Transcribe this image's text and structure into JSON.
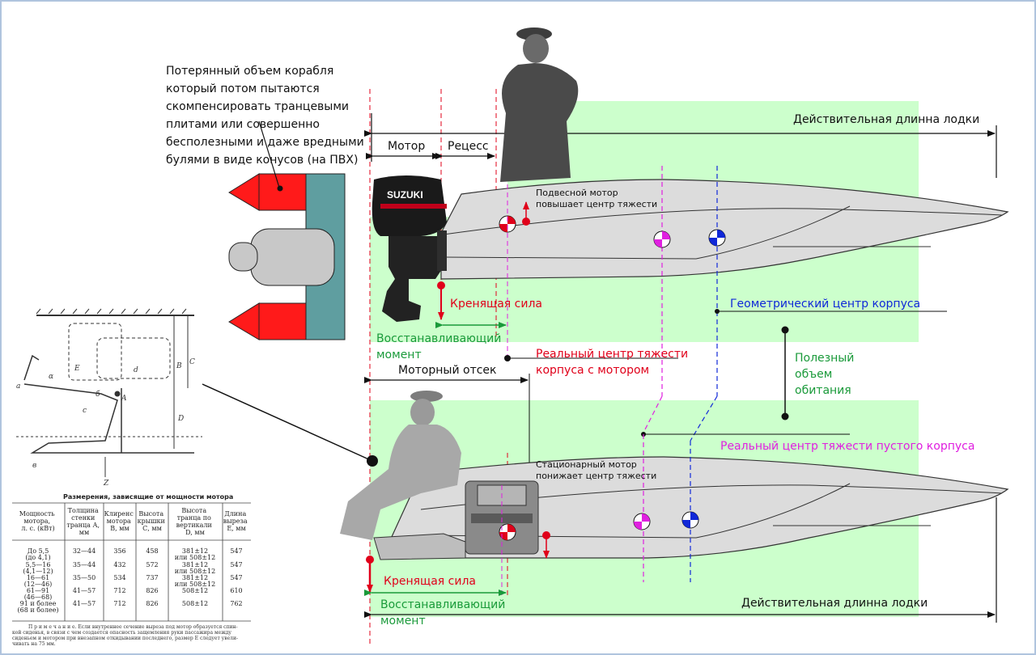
{
  "notes": {
    "lost_volume": [
      "Потерянный объем корабля",
      "который потом пытаются",
      "скомпенсировать транцевыми",
      " плитами или совершенно",
      "бесполезными и даже вредными",
      "булями в виде конусов (на ПВХ)"
    ],
    "outboard_raises_cg": [
      "Подвесной мотор",
      "повышает центр тяжести"
    ],
    "inboard_lowers_cg": [
      "Стационарный мотор",
      "понижает центр тяжести"
    ]
  },
  "labels": {
    "motor": "Мотор",
    "recess": "Рецесс",
    "real_length_top": "Действительная длинна лодки",
    "real_length_bottom": "Действительная длинна лодки",
    "heeling_top": "Кренящая сила",
    "heeling_bottom": "Кренящая сила",
    "restoring_top": [
      "Восстанавливающий",
      "момент"
    ],
    "restoring_bottom": [
      "Восстанавливающий",
      "момент"
    ],
    "real_cg_with_motor": [
      "Реальный центр тяжести",
      "корпуса с мотором"
    ],
    "motor_compartment": "Моторный отсек",
    "geometric_center": "Геометрический центр корпуса",
    "useful_volume": [
      "Полезный",
      "объем",
      "обитания"
    ],
    "real_cg_empty": "Реальный центр тяжести пустого корпуса"
  },
  "engine_brand": "SUZUKI",
  "table": {
    "title": "Размерения, зависящие от мощности мотора",
    "headers": [
      [
        "Мощность",
        "мотора,",
        "л. с. (кВт)"
      ],
      [
        "Толщина",
        "стенки",
        "транца А,",
        "мм"
      ],
      [
        "Клиренс",
        "мотора",
        "В, мм"
      ],
      [
        "Высота",
        "крышки",
        "С, мм"
      ],
      [
        "Высота",
        "транца по",
        "вертикали",
        "D, мм"
      ],
      [
        "Длина",
        "выреза",
        "Е, мм"
      ]
    ],
    "rows": [
      [
        [
          "До 5,5",
          "(до 4,1)"
        ],
        [
          "32—44"
        ],
        [
          "356"
        ],
        [
          "458"
        ],
        [
          "381±12",
          "или 508±12"
        ],
        [
          "547"
        ]
      ],
      [
        [
          "5,5—16",
          "(4,1—12)"
        ],
        [
          "35—44"
        ],
        [
          "432"
        ],
        [
          "572"
        ],
        [
          "381±12",
          "или 508±12"
        ],
        [
          "547"
        ]
      ],
      [
        [
          "16—61",
          "(12—46)"
        ],
        [
          "35—50"
        ],
        [
          "534"
        ],
        [
          "737"
        ],
        [
          "381±12",
          "или 508±12"
        ],
        [
          "547"
        ]
      ],
      [
        [
          "61—91",
          "(46—68)"
        ],
        [
          "41—57"
        ],
        [
          "712"
        ],
        [
          "826"
        ],
        [
          "508±12"
        ],
        [
          "610"
        ]
      ],
      [
        [
          "91 и более",
          "(68 и более)"
        ],
        [
          "41—57"
        ],
        [
          "712"
        ],
        [
          "826"
        ],
        [
          "508±12"
        ],
        [
          "762"
        ]
      ]
    ],
    "note": [
      "П р и м е ч а н и е.  Если внутреннее сечение выреза под мотор  образуется спин-",
      "кой сиденья, в связи с чем создается опасность  защемления руки пассажира между",
      "сиденьем и мотором при внезапном откидывании последнего, размер Е следует увели-",
      "чивать на 75 мм."
    ]
  },
  "transom_drawing_letters": [
    "E",
    "B",
    "C",
    "D",
    "A",
    "б",
    "а",
    "с",
    "α",
    "d",
    "Z",
    "в"
  ],
  "colors": {
    "useful_area": "#ccffcc",
    "heeling": "#e0001a",
    "restoring": "#1a9a3a",
    "geometric": "#1028d8",
    "empty_cg": "#e020e0",
    "hull": "#dcdcdc",
    "pontoon": "#ff1a1a",
    "transom": "#5f9ea0"
  }
}
